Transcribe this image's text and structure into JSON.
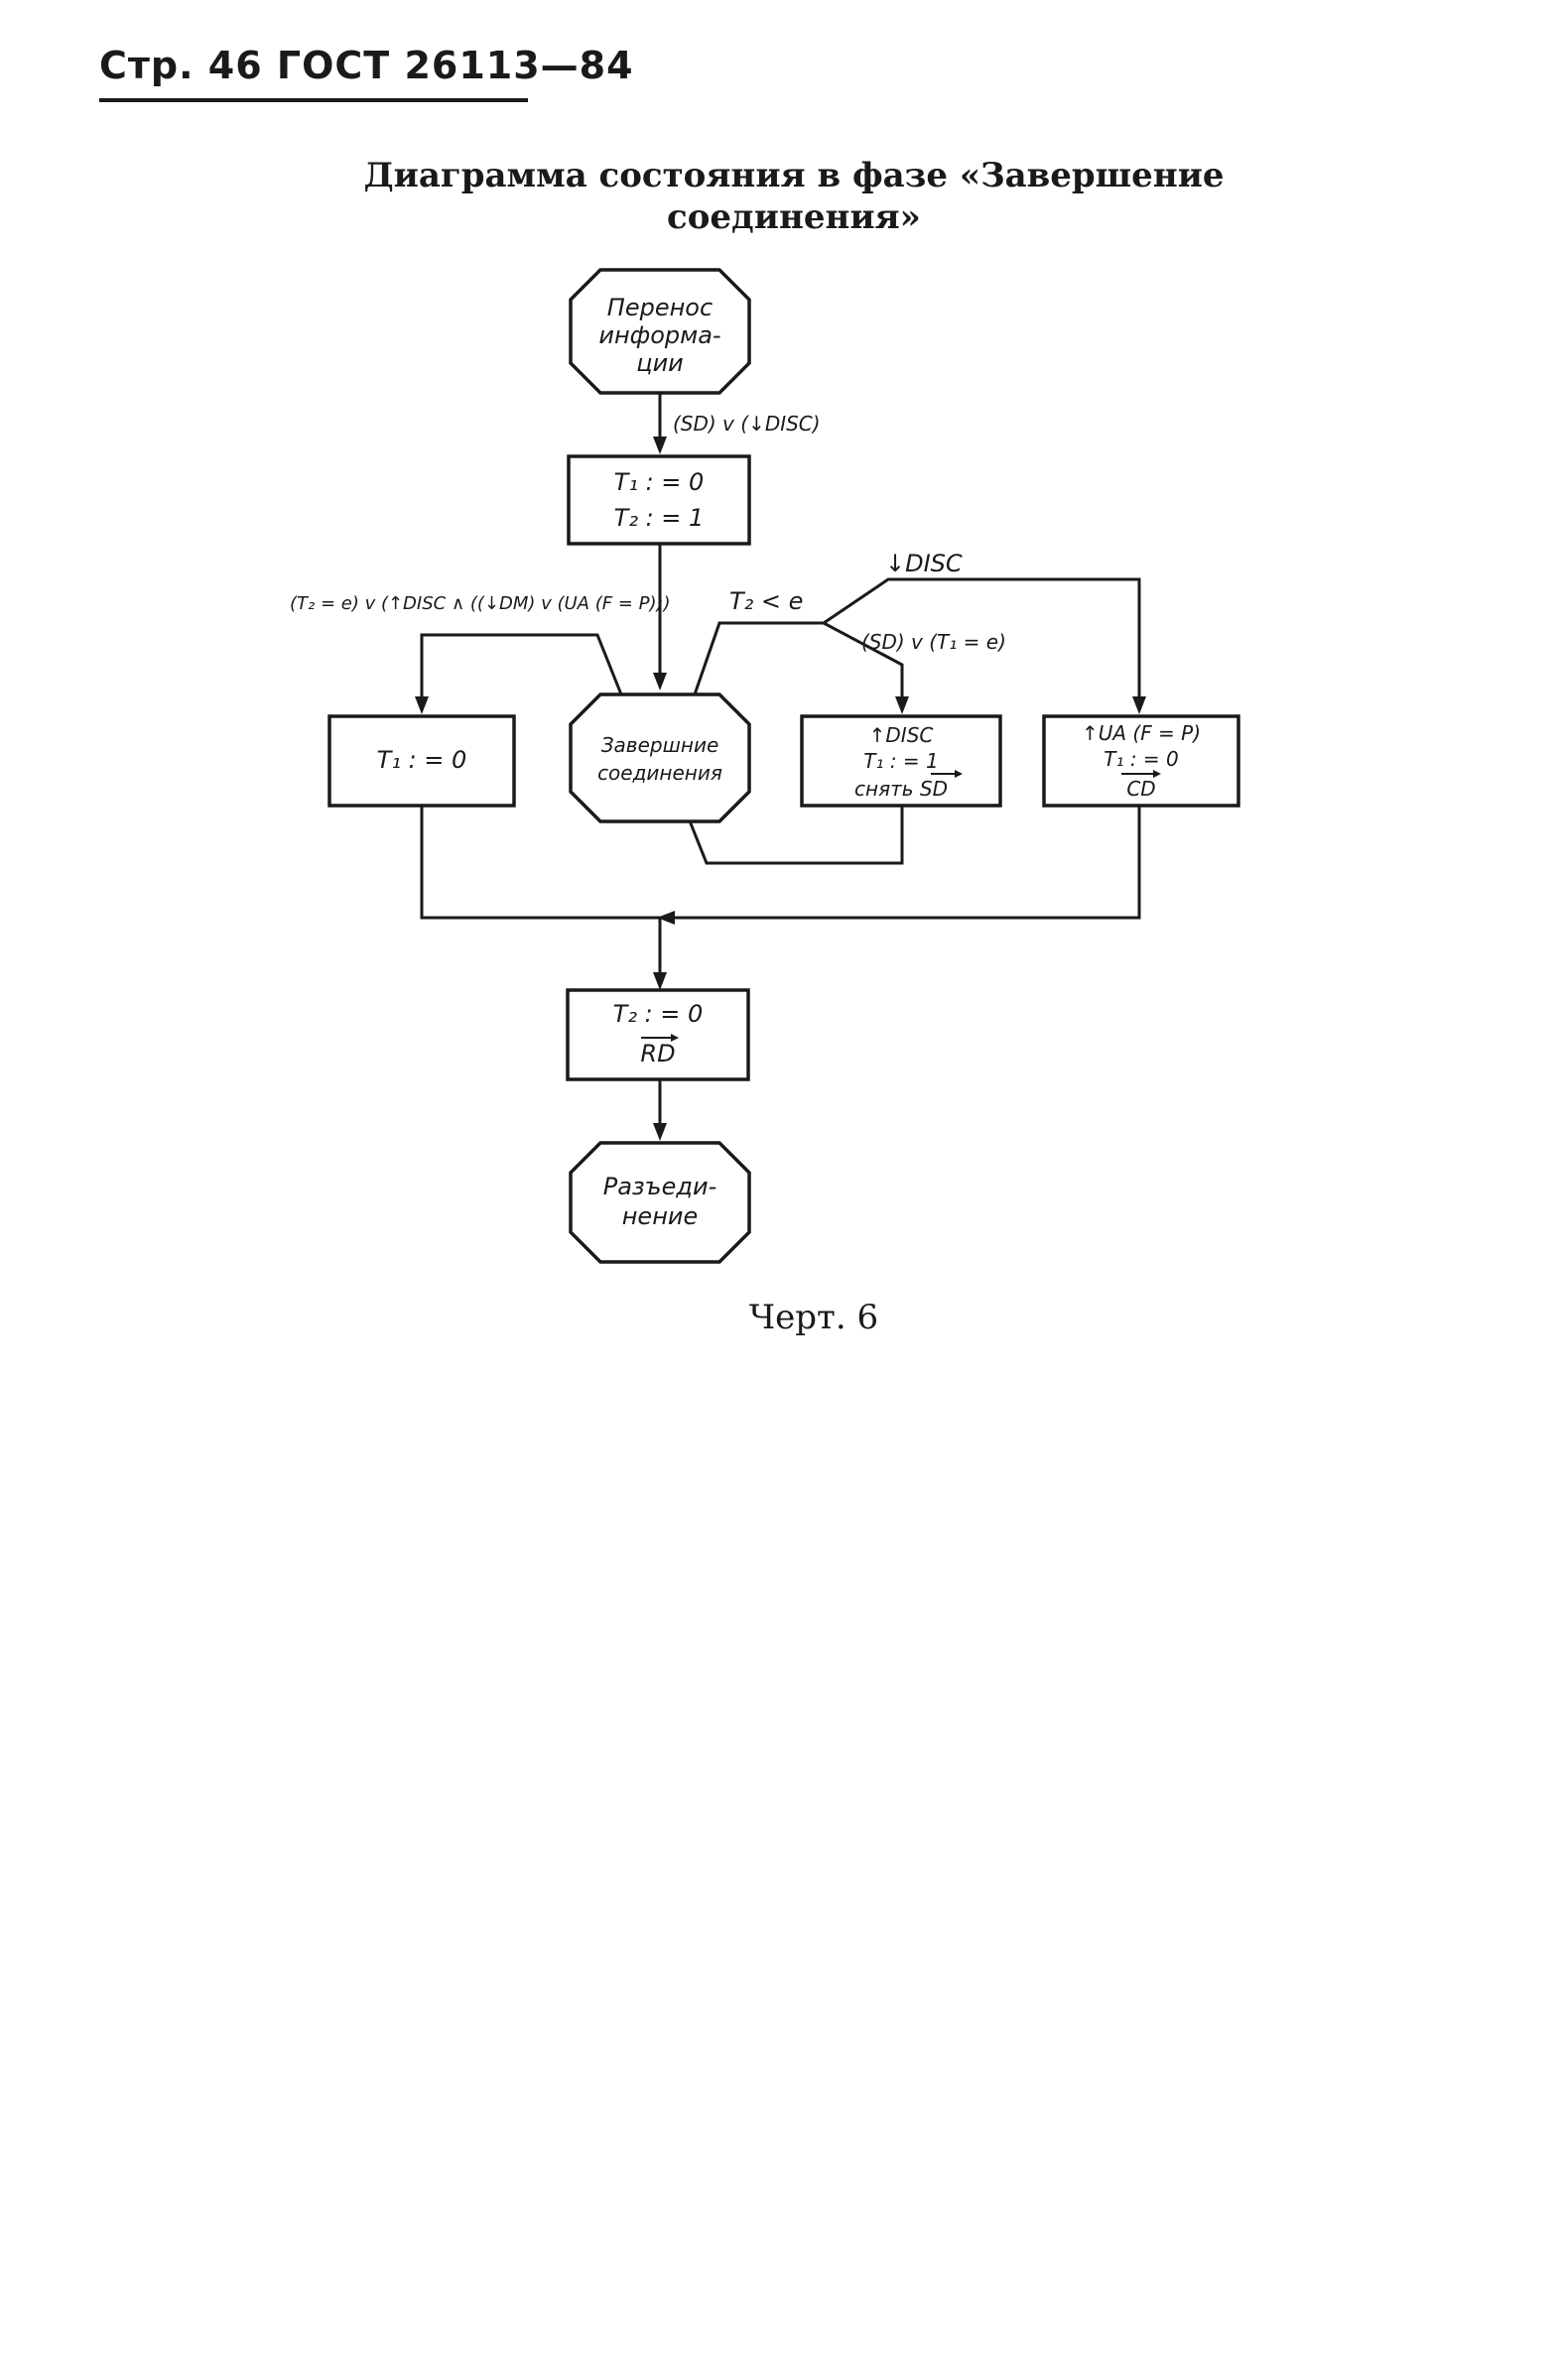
{
  "header": {
    "text": "Стр. 46 ГОСТ 26113—84"
  },
  "title": {
    "line1": "Диаграмма состояния в фазе «Завершение",
    "line2": "соединения»"
  },
  "caption": "Черт. 6",
  "diagram": {
    "states": {
      "transfer": [
        "Перенос",
        "информа-",
        "ции"
      ],
      "completion": [
        "Завершние",
        "соединения"
      ],
      "disconnect": [
        "Разъеди-",
        "нение"
      ]
    },
    "boxes": {
      "init": [
        "T₁ : = 0",
        "T₂ : = 1"
      ],
      "reset_t1": [
        "T₁ : = 0"
      ],
      "send_disc": [
        "↑DISC",
        "T₁ : = 1",
        "снять SD"
      ],
      "ua_received": [
        "↑UA (F = P)",
        "T₁ : = 0",
        "CD"
      ],
      "final": [
        "T₂ : = 0",
        "RD"
      ]
    },
    "conditions": {
      "start": "(SD) v (↓DISC)",
      "left": "(T₂ = e) v (↑DISC ∧ ((↓DM) v (UA (F = P)))",
      "t2_less": "T₂ < e",
      "disc_top": "↓DISC",
      "sd_or_t1": "(SD) v (T₁ = e)"
    }
  }
}
